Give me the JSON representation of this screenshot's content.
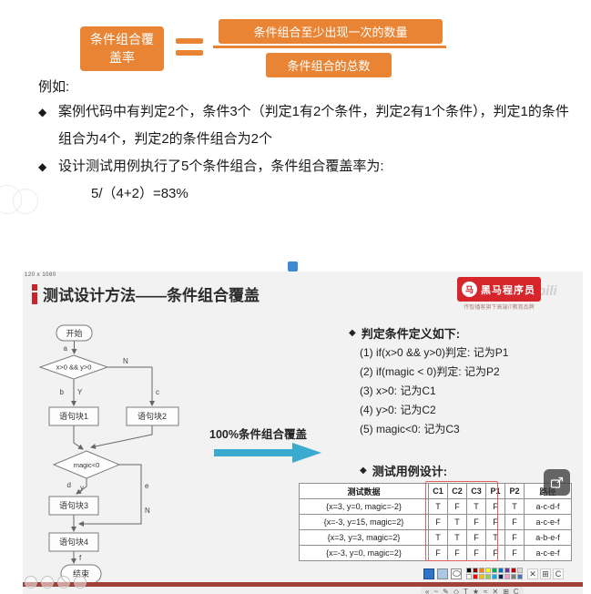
{
  "glyphs": {
    "diamond": "◆"
  },
  "colors": {
    "orange": "#e98434",
    "red_accent": "#c9252c",
    "arrow_blue": "#3aabcf",
    "annotation_red": "#e26060",
    "footer_red": "#a04238"
  },
  "formula": {
    "lhs": "条件组合覆盖率",
    "numerator": "条件组合至少出现一次的数量",
    "denominator": "条件组合的总数"
  },
  "example": {
    "label": "例如:",
    "bullet1": "案例代码中有判定2个，条件3个（判定1有2个条件，判定2有1个条件），判定1的条件组合为4个，判定2的条件组合为2个",
    "bullet2": "设计测试用例执行了5个条件组合，条件组合覆盖率为:",
    "calculation": "5/（4+2）=83%"
  },
  "slide": {
    "corner_label": "120 x 1080",
    "title": "测试设计方法——条件组合覆盖",
    "logo": {
      "glyph": "马",
      "brand": "黑马程序员",
      "caption": "传智播客旗下高端IT教育品牌",
      "watermark": "bili"
    },
    "flowchart": {
      "start": "开始",
      "decision1": "x>0 && y>0",
      "block1": "语句块1",
      "block2": "语句块2",
      "decision2": "magic<0",
      "block3": "语句块3",
      "block4": "语句块4",
      "end": "结束",
      "labels": {
        "a": "a",
        "b": "b",
        "c": "c",
        "d": "d",
        "e": "e",
        "f": "f",
        "Y": "Y",
        "N1": "N",
        "y2": "y",
        "N2": "N"
      }
    },
    "coverage_label": "100%条件组合覆盖",
    "conditions": {
      "heading": "判定条件定义如下:",
      "items": [
        "(1) if(x>0 && y>0)判定: 记为P1",
        "(2) if(magic < 0)判定: 记为P2",
        "(3) x>0: 记为C1",
        "(4) y>0: 记为C2",
        "(5) magic<0: 记为C3"
      ]
    },
    "testcases": {
      "heading": "测试用例设计:",
      "headers": [
        "测试数据",
        "C1",
        "C2",
        "C3",
        "P1",
        "P2",
        "路径"
      ],
      "rows": [
        [
          "{x=3, y=0, magic=-2}",
          "T",
          "F",
          "T",
          "F",
          "T",
          "a-c-d-f"
        ],
        [
          "{x=-3, y=15, magic=2}",
          "F",
          "T",
          "F",
          "F",
          "F",
          "a-c-e-f"
        ],
        [
          "{x=3, y=3, magic=2}",
          "T",
          "T",
          "F",
          "T",
          "F",
          "a-b-e-f"
        ],
        [
          "{x=-3, y=0, magic=2}",
          "F",
          "F",
          "F",
          "F",
          "F",
          "a-c-e-f"
        ]
      ]
    },
    "toolbar": {
      "buttons_row1": [
        "✕",
        "⊞",
        "C"
      ],
      "glyphs_row2": [
        "«",
        "~",
        "✎",
        "◇",
        "T",
        "★",
        "≈",
        "✕",
        "⊞",
        "C"
      ],
      "palette": [
        "#000000",
        "#ffffff",
        "#7f0000",
        "#ff0000",
        "#ff7f00",
        "#ffc000",
        "#ffff00",
        "#92d050",
        "#00b050",
        "#00b0f0",
        "#0070c0",
        "#002060",
        "#7030a0",
        "#ff99cc",
        "#c00000",
        "#808080",
        "#d9d9d9",
        "#4472c4"
      ]
    }
  }
}
